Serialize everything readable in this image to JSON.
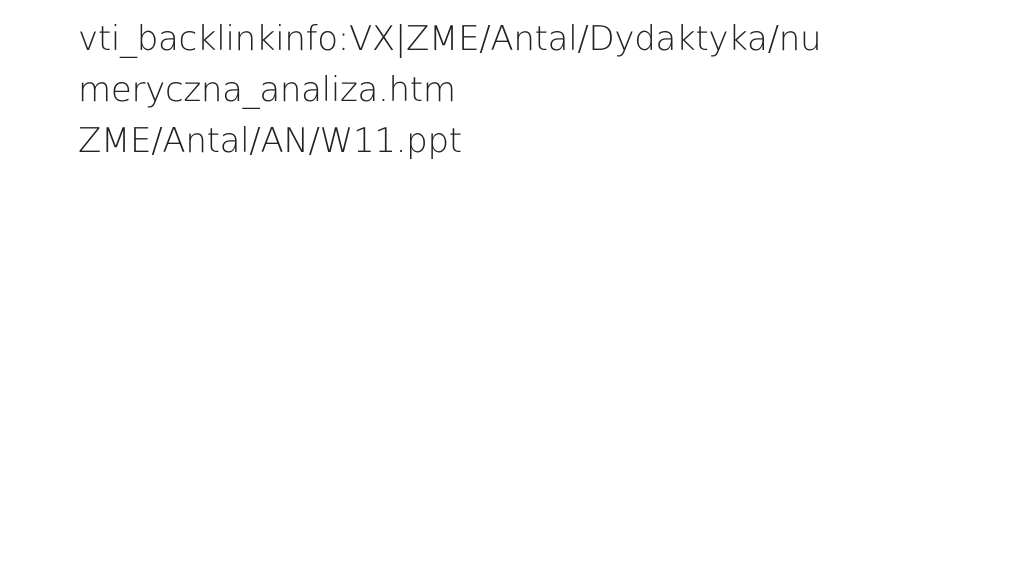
{
  "slide": {
    "lines": [
      "vti_backlinkinfo:VX|ZME/Antal/Dydaktyka/nu",
      "meryczna_analiza.htm",
      "ZME/Antal/AN/W11.ppt"
    ]
  },
  "colors": {
    "background": "#ffffff",
    "text": "#222222"
  }
}
